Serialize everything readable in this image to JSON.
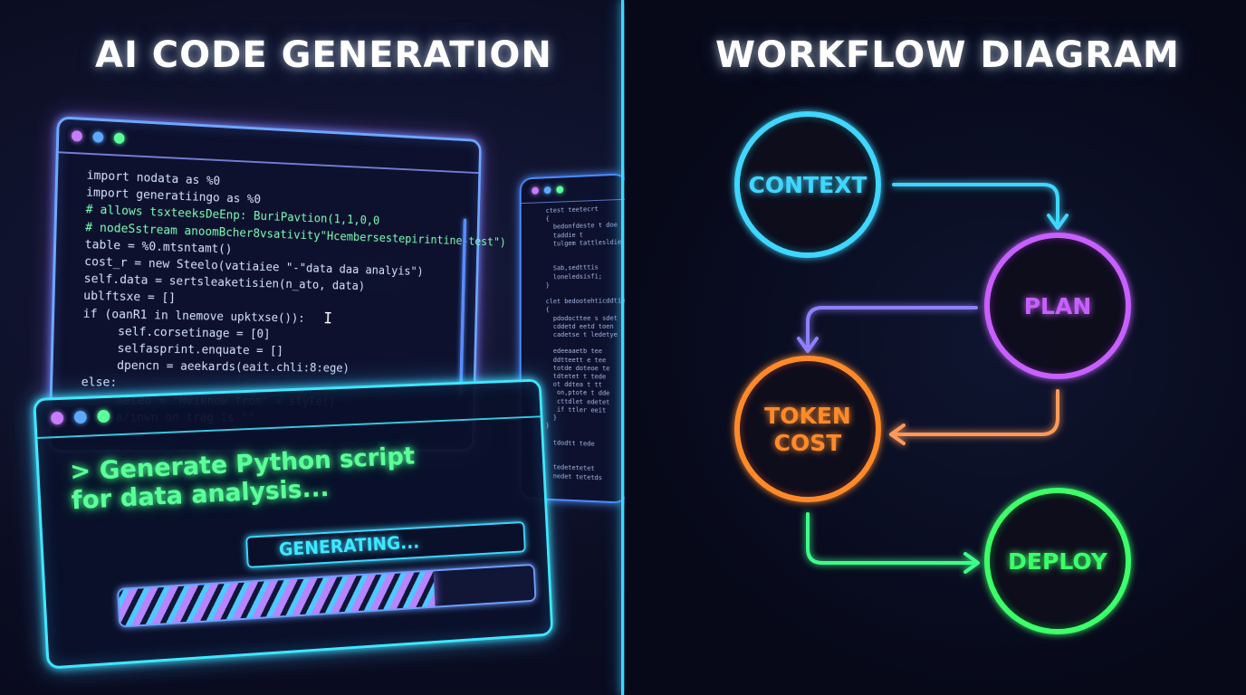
{
  "left_panel": {
    "title": "AI CODE GENERATION",
    "code_lines": [
      {
        "text": "import nodata as %0",
        "indent": 0,
        "comment": false
      },
      {
        "text": "import generatiingo as %0",
        "indent": 0,
        "comment": false
      },
      {
        "text": "# allows tsxteeksDeEnp: BuriPavtion(1,1,0,0",
        "indent": 0,
        "comment": true
      },
      {
        "text": "# nodeSstream anoomBcher8vsativity\"Hcembersestepirintine-test\")",
        "indent": 0,
        "comment": true
      },
      {
        "text": "table = %0.mtsntamt()",
        "indent": 0,
        "comment": false
      },
      {
        "text": "cost_r = new Steelo(vatiaiee \"-\"data daa analyis\")",
        "indent": 0,
        "comment": false
      },
      {
        "text": "self.data = sertsleaketisien(n_ato, data)",
        "indent": 0,
        "comment": false
      },
      {
        "text": "ublftsxe = []",
        "indent": 0,
        "comment": false
      },
      {
        "text": "if (oanR1 in lnemove upktxse()):",
        "indent": 0,
        "comment": false
      },
      {
        "text": "self.corsetinage = [0]",
        "indent": 2,
        "comment": false
      },
      {
        "text": "selfasprint.enquate = []",
        "indent": 2,
        "comment": false
      },
      {
        "text": "dpencn = aeekards(eait.chli:8:ege)",
        "indent": 2,
        "comment": false
      },
      {
        "text": "else:",
        "indent": 0,
        "comment": false
      },
      {
        "text": "meteo = \"Mvikhow from\" + style()",
        "indent": 2,
        "comment": false
      },
      {
        "text": "a/inwn on trag is \"\"",
        "indent": 2,
        "comment": false
      }
    ],
    "side_code": "ctest teetecrt\n{\n  bedonfdeste t doe\n  taddie t\n  tulgem tattlesldie\n\n\n  Sab,sedtttis\n  loneledsisfi;\n}\n\nclet bedootehticddtiet\n{\n  pdodocttee s sdet\n  cddetd eetd toen\n  cadetse t ledetye\n\n  edeeaaetb tee\n  ddtteett e tee\n  totde doteoe te\n  tdtetet t tede\n  ot ddtea t tt\n   on,ptote t dde\n   cttdlet edetet\n   if ttler eeit\n  }\n}\n\n  tdodtt tede\n\n\n  tedetetetet\n  nedet tetetds",
    "prompt_text": "> Generate Python script for data analysis...",
    "status_label": "GENERATING...",
    "progress": 0.75
  },
  "right_panel": {
    "title": "WORKFLOW DIAGRAM",
    "nodes": [
      {
        "id": "context",
        "label_lines": [
          "CONTEXT"
        ],
        "color": "#3fd6ff"
      },
      {
        "id": "plan",
        "label_lines": [
          "PLAN"
        ],
        "color": "#c760ff"
      },
      {
        "id": "token_cost",
        "label_lines": [
          "TOKEN",
          "COST"
        ],
        "color": "#ff8a2a"
      },
      {
        "id": "deploy",
        "label_lines": [
          "DEPLOY"
        ],
        "color": "#3dff6a"
      }
    ],
    "edges": [
      {
        "from": "context",
        "to": "plan",
        "color": "#3fd6ff"
      },
      {
        "from": "plan",
        "to": "token_cost",
        "color": "#8f80ff"
      },
      {
        "from": "plan",
        "to": "token_cost",
        "color": "#ff9a5a"
      },
      {
        "from": "token_cost",
        "to": "deploy",
        "color": "#3dff8a"
      }
    ]
  },
  "colors": {
    "divider": "#3fd6ff",
    "prompt_green": "#5dff9a",
    "window_blue": "#6fa8ff"
  }
}
